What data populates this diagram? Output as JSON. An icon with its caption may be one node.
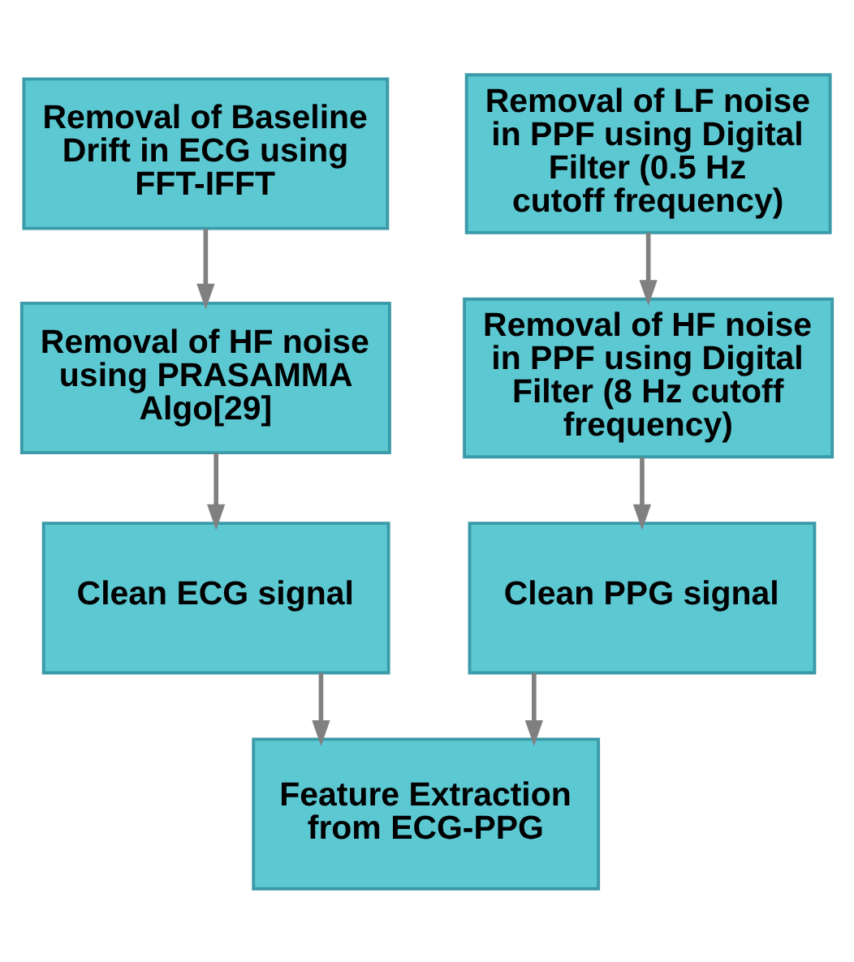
{
  "diagram": {
    "nodes": [
      {
        "text": [
          "Removal of Baseline Drift in ECG using FFT-IFFT"
        ]
      },
      {
        "text": [
          "Removal of LF noise in PPF using Digital Filter (0.5 Hz cutoff frequency)"
        ]
      },
      {
        "text": [
          "Removal of HF noise using PRASAMMA Algo[29]"
        ]
      },
      {
        "text": [
          "Removal of HF noise in PPF using Digital Filter (8 Hz cutoff frequency)"
        ]
      },
      {
        "text": [
          "Clean ECG signal"
        ]
      },
      {
        "text": [
          "Clean PPG signal"
        ]
      },
      {
        "text": [
          "Feature Extraction from ECG-PPG"
        ]
      }
    ],
    "edges": [
      {
        "from": 0,
        "to": 2,
        "arrow": "to"
      },
      {
        "from": 1,
        "to": 3,
        "arrow": "to"
      },
      {
        "from": 2,
        "to": 4,
        "arrow": "to"
      },
      {
        "from": 3,
        "to": 5,
        "arrow": "to"
      },
      {
        "from": 4,
        "to": 6,
        "arrow": "to"
      },
      {
        "from": 5,
        "to": 6,
        "arrow": "to"
      }
    ]
  }
}
